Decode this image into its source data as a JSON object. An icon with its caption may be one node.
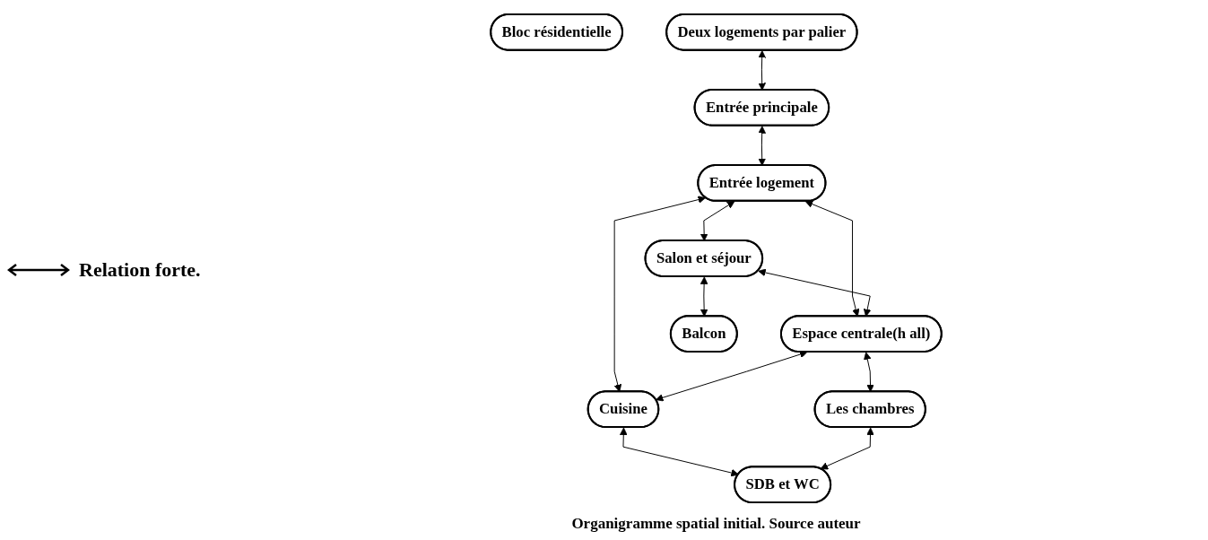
{
  "diagram": {
    "caption": "Organigramme spatial initial. Source auteur",
    "nodes": [
      {
        "text": [
          "Bloc résidentielle"
        ]
      },
      {
        "text": [
          "Deux logements par palier"
        ]
      },
      {
        "text": [
          "Entrée principale"
        ]
      },
      {
        "text": [
          "Entrée logement"
        ]
      },
      {
        "text": [
          "Salon et séjour"
        ]
      },
      {
        "text": [
          "Espace centrale(h all)"
        ]
      },
      {
        "text": [
          "Cuisine"
        ]
      },
      {
        "text": [
          "Balcon"
        ]
      },
      {
        "text": [
          "Les chambres"
        ]
      },
      {
        "text": [
          "SDB et WC"
        ]
      }
    ],
    "edges": [
      {
        "from": 1,
        "to": 2,
        "arrow": "both"
      },
      {
        "from": 2,
        "to": 3,
        "arrow": "both"
      },
      {
        "from": 3,
        "to": 4,
        "arrow": "both"
      },
      {
        "from": 3,
        "to": 5,
        "arrow": "both"
      },
      {
        "from": 3,
        "to": 6,
        "arrow": "both"
      },
      {
        "from": 4,
        "to": 5,
        "arrow": "both"
      },
      {
        "from": 5,
        "to": 6,
        "arrow": "both"
      },
      {
        "from": 4,
        "to": 7,
        "arrow": "both"
      },
      {
        "from": 5,
        "to": 8,
        "arrow": "both"
      },
      {
        "from": 6,
        "to": 9,
        "arrow": "both"
      },
      {
        "from": 8,
        "to": 9,
        "arrow": "both"
      }
    ],
    "legend": [
      {
        "text": "Relation forte."
      }
    ]
  }
}
